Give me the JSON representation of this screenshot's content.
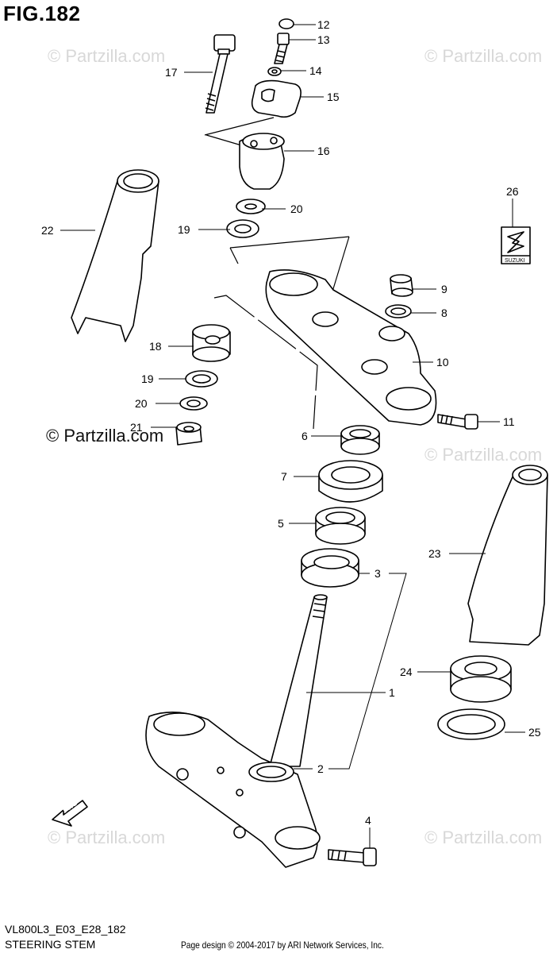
{
  "figure": {
    "title": "FIG.182",
    "model_code": "VL800L3_E03_E28_182",
    "page_name": "STEERING STEM",
    "copyright": "Page design © 2004-2017 by ARI Network Services, Inc."
  },
  "watermarks": {
    "main": "© Partzilla.com",
    "faint": "© Partzilla.com"
  },
  "direction_label": "FWD",
  "logo_text": "SUZUKI",
  "callouts": [
    "1",
    "2",
    "3",
    "4",
    "5",
    "6",
    "7",
    "8",
    "9",
    "10",
    "11",
    "12",
    "13",
    "14",
    "15",
    "16",
    "17",
    "18",
    "19",
    "19",
    "20",
    "20",
    "21",
    "22",
    "23",
    "24",
    "25",
    "26"
  ]
}
